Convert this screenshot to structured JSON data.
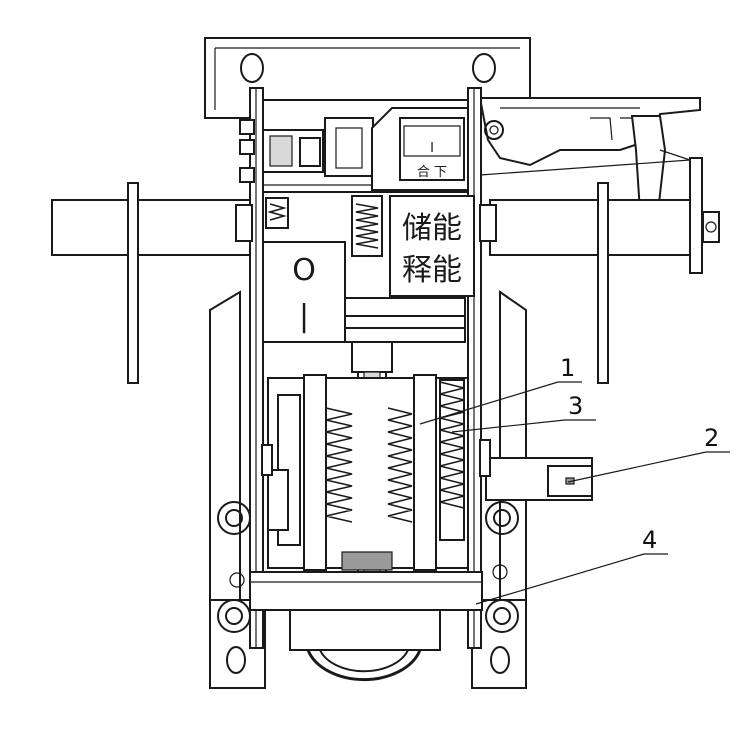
{
  "panel_labels": {
    "indicator_top": "I",
    "indicator_sub": "合 下",
    "charged": "储能",
    "released": "释能",
    "open_symbol": "O",
    "closed_symbol": "|"
  },
  "callouts": [
    {
      "id": "1",
      "text": "1"
    },
    {
      "id": "2",
      "text": "2"
    },
    {
      "id": "3",
      "text": "3"
    },
    {
      "id": "4",
      "text": "4"
    }
  ],
  "colors": {
    "line": "#1a1a1a",
    "fill_light": "#d9d9d9",
    "fill_dark": "#9a9a9a",
    "background": "#ffffff"
  }
}
